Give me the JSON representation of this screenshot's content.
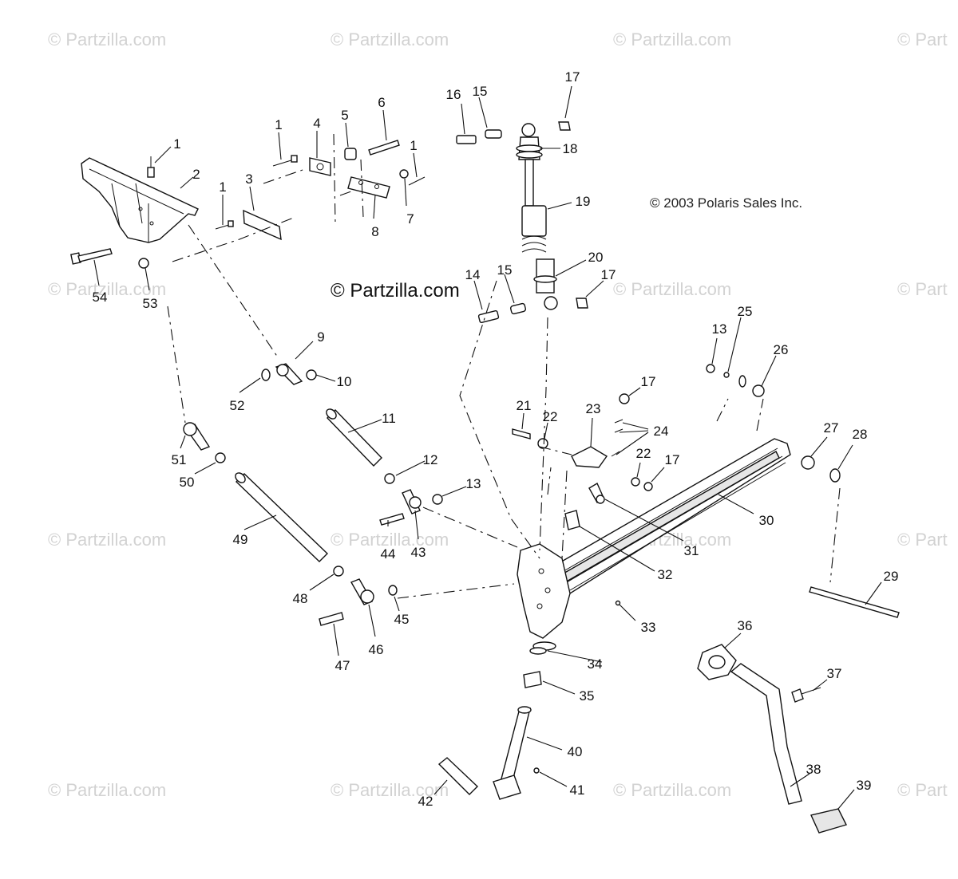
{
  "watermarks": [
    "© Partzilla.com",
    "© Partzilla.com",
    "© Partzilla.com",
    "© Partzilla.com",
    "© Partzilla.com",
    "© Partzilla.com",
    "© Partzilla.com",
    "© Partzilla.com",
    "© Partzilla.com",
    "© Partzilla.com",
    "© Partzilla.com",
    "© Partzilla.com",
    "© Partzilla.com",
    "© Partzilla.com",
    "© Partzilla.com"
  ],
  "watermark_partial": "© Part",
  "center_watermark": "© Partzilla.com",
  "copyright": "© 2003 Polaris Sales Inc.",
  "callouts": [
    "1",
    "2",
    "1",
    "3",
    "1",
    "4",
    "5",
    "6",
    "1",
    "7",
    "8",
    "54",
    "53",
    "16",
    "15",
    "17",
    "18",
    "19",
    "20",
    "14",
    "15",
    "17",
    "9",
    "10",
    "52",
    "11",
    "51",
    "50",
    "12",
    "13",
    "44",
    "43",
    "49",
    "48",
    "46",
    "45",
    "47",
    "13",
    "25",
    "26",
    "17",
    "21",
    "22",
    "23",
    "24",
    "22",
    "17",
    "27",
    "28",
    "30",
    "31",
    "32",
    "33",
    "29",
    "36",
    "37",
    "34",
    "35",
    "40",
    "41",
    "42",
    "38",
    "39"
  ]
}
